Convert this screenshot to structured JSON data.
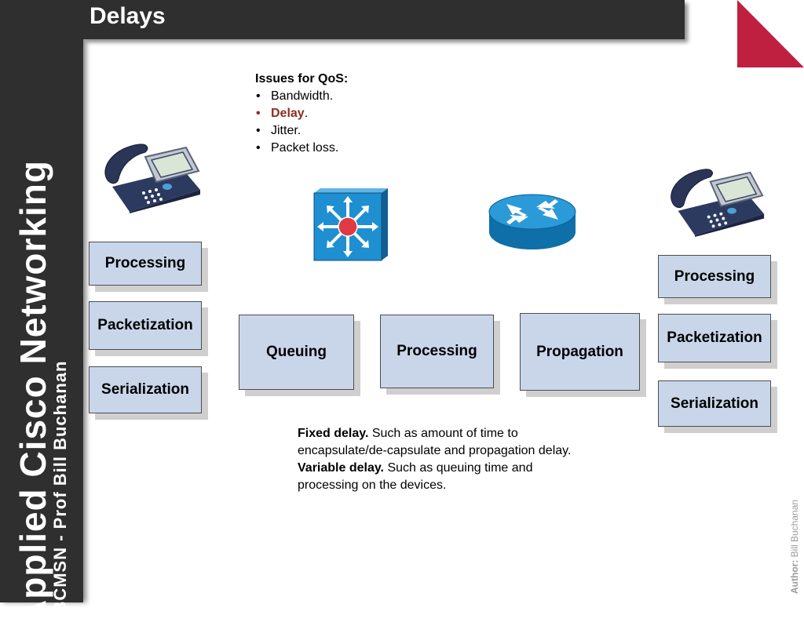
{
  "slide": {
    "title": "Delays",
    "sidebar_title": "Applied Cisco Networking",
    "sidebar_subtitle": "- BCMSN - Prof Bill Buchanan"
  },
  "issues": {
    "heading": "Issues for QoS:",
    "items": [
      "Bandwidth.",
      "Delay",
      "Jitter.",
      "Packet loss."
    ],
    "delay_suffix": "."
  },
  "left_boxes": [
    "Processing",
    "Packetization",
    "Serialization"
  ],
  "middle_boxes": [
    "Queuing",
    "Processing",
    "Propagation"
  ],
  "right_boxes": [
    "Processing",
    "Packetization",
    "Serialization"
  ],
  "note": {
    "fixed_label": "Fixed delay.",
    "fixed_text": " Such as amount of time to encapsulate/de-capsulate and propagation delay.",
    "variable_label": "Variable delay.",
    "variable_text": " Such as queuing time and processing on the devices."
  },
  "author": {
    "label": "Author:",
    "name": "Bill Buchanan"
  },
  "colors": {
    "banner": "#2f2f2f",
    "accent": "#c0203f",
    "box_fill": "#c9d6ea",
    "cisco_blue": "#1e8fd0",
    "delay_text": "#8b2e23"
  },
  "icons": [
    "ip-phone-icon",
    "multilayer-switch-icon",
    "router-icon",
    "ip-phone-icon"
  ]
}
